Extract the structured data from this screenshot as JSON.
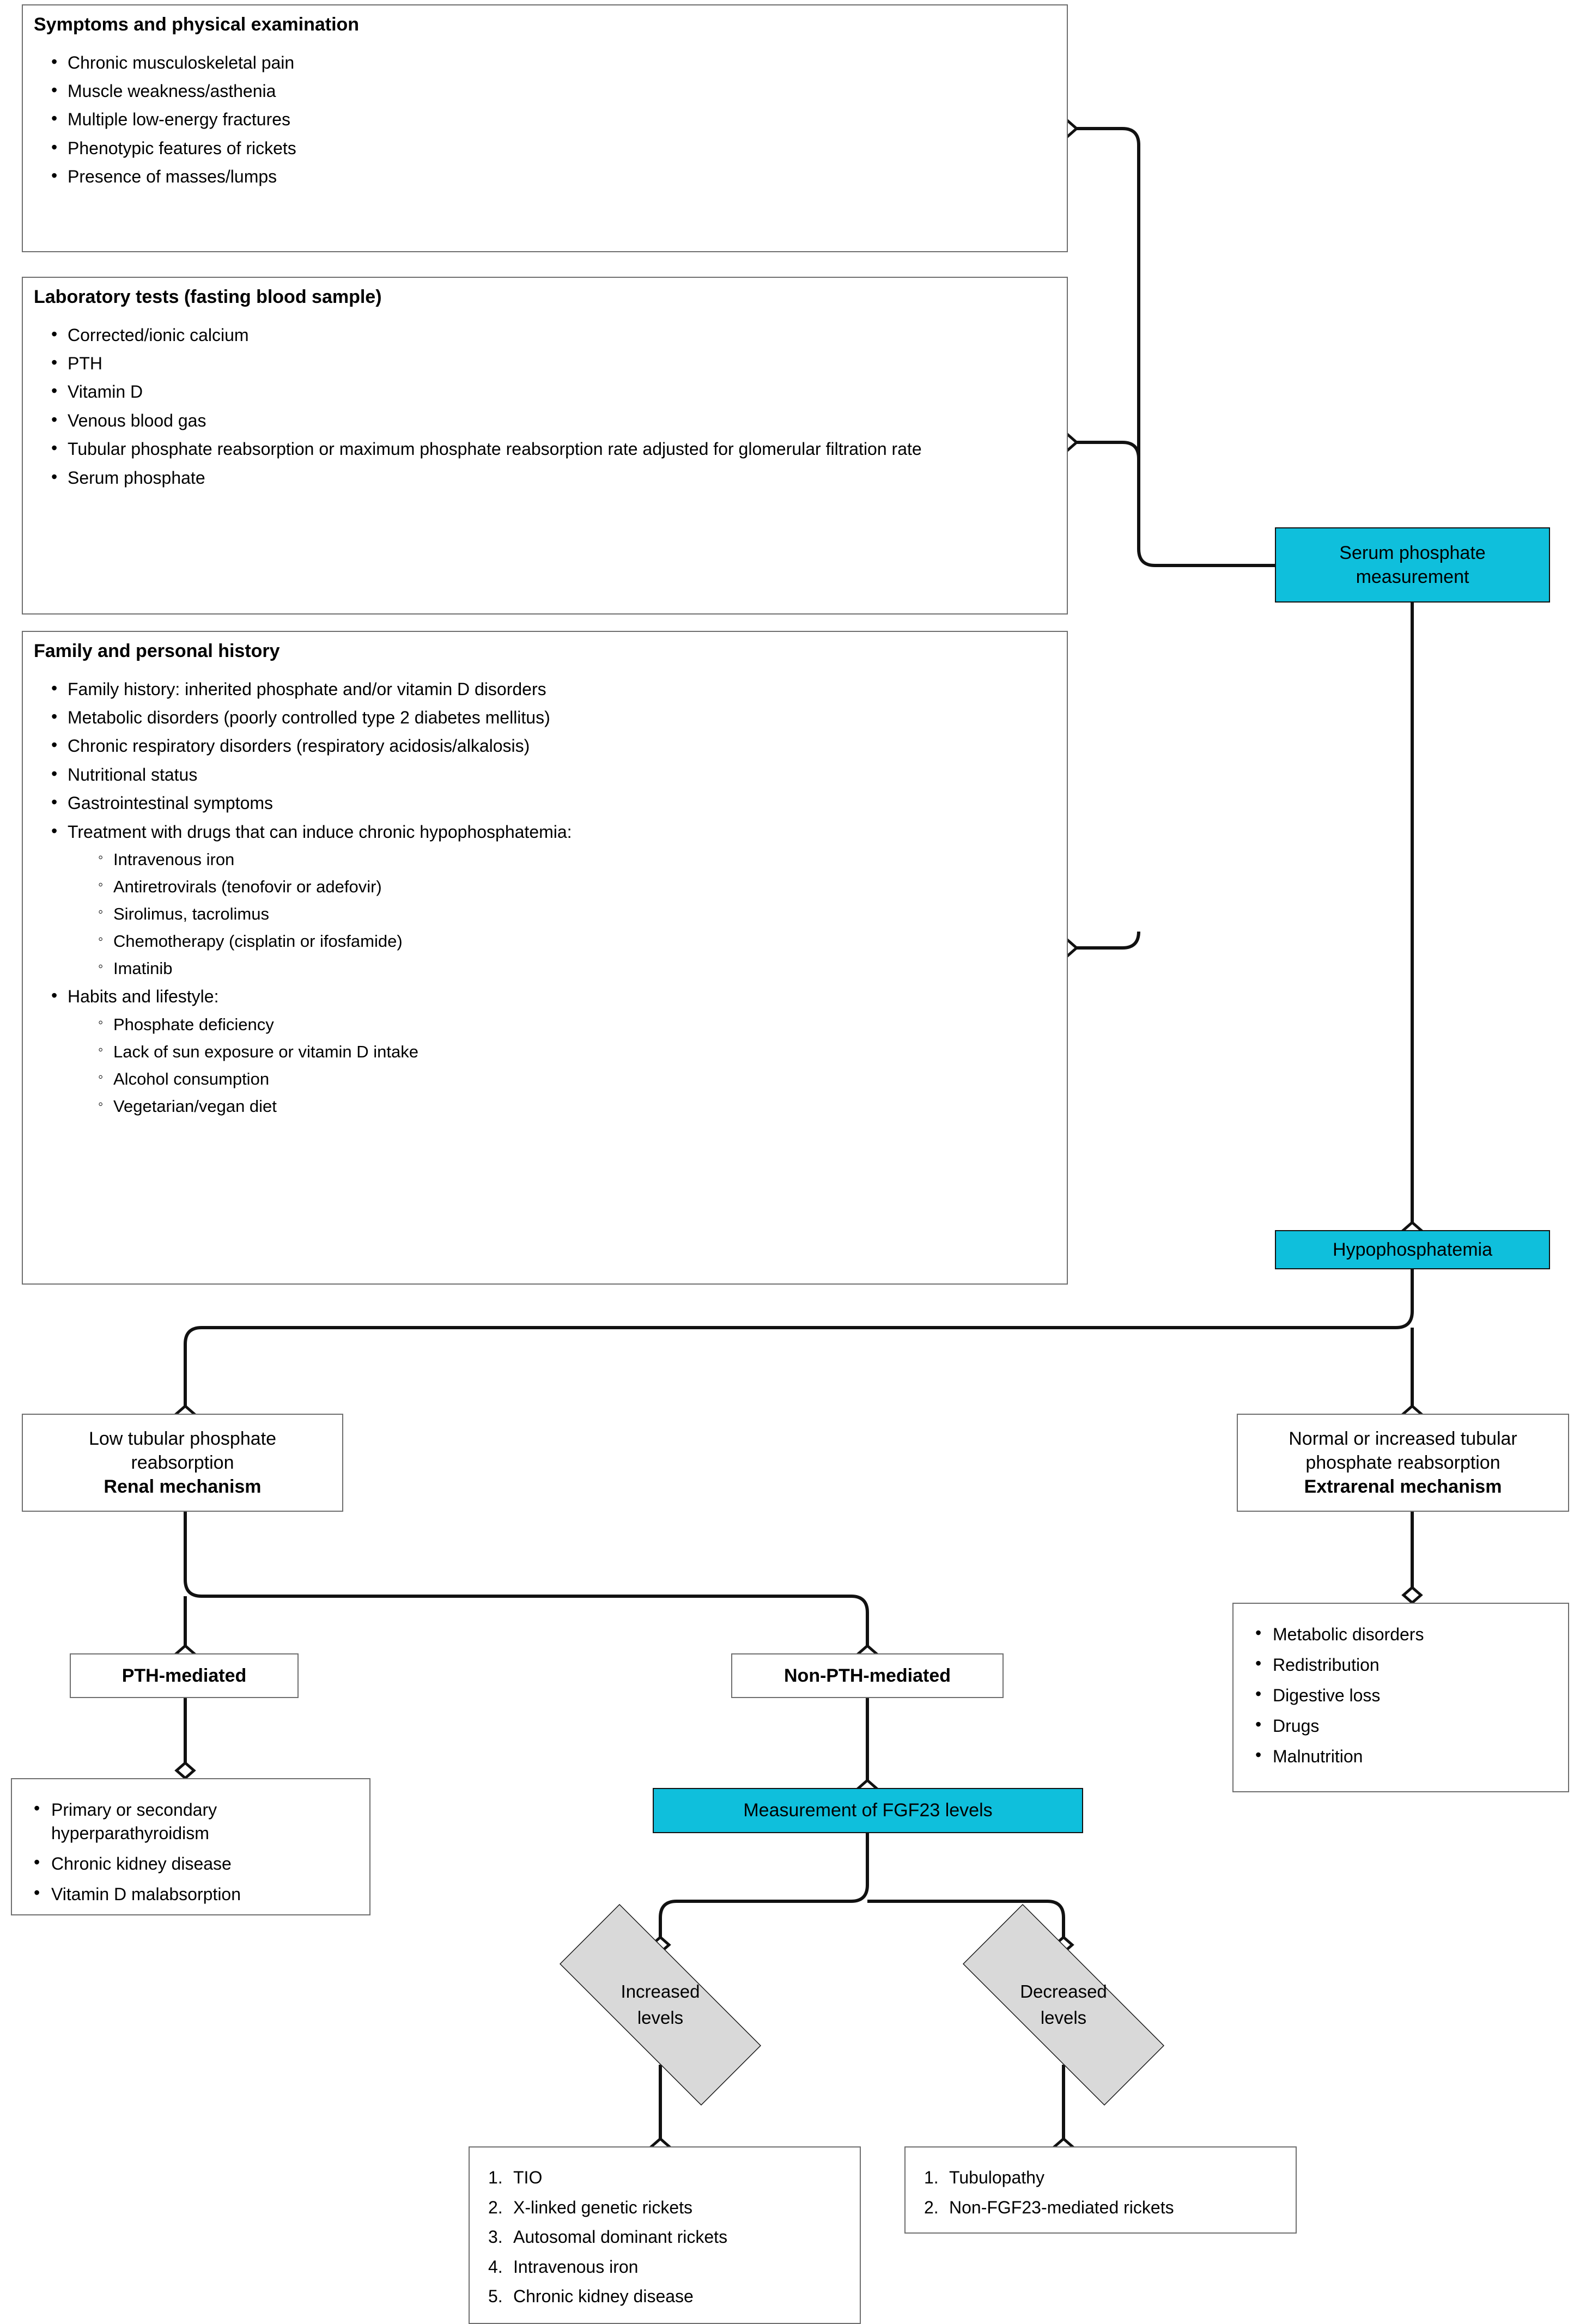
{
  "colors": {
    "accent_cyan": "#0FBFDC",
    "decision_gray": "#D9D9D9",
    "line": "#111111",
    "box_border": "#7A7A7A"
  },
  "panels": {
    "symptoms": {
      "title": "Symptoms and physical examination",
      "items": [
        "Chronic musculoskeletal pain",
        "Muscle weakness/asthenia",
        "Multiple low-energy fractures",
        "Phenotypic features of rickets",
        "Presence of masses/lumps"
      ]
    },
    "labs": {
      "title": "Laboratory tests (fasting blood sample)",
      "items": [
        "Corrected/ionic calcium",
        "PTH",
        "Vitamin D",
        "Venous blood gas",
        "Tubular phosphate reabsorption or maximum phosphate reabsorption rate adjusted for glomerular filtration rate",
        "Serum phosphate"
      ]
    },
    "history": {
      "title": "Family and personal history",
      "items": [
        {
          "text": "Family history: inherited phosphate and/or vitamin D disorders"
        },
        {
          "text": "Metabolic disorders (poorly controlled type 2 diabetes mellitus)"
        },
        {
          "text": "Chronic respiratory disorders (respiratory acidosis/alkalosis)"
        },
        {
          "text": "Nutritional status"
        },
        {
          "text": "Gastrointestinal symptoms"
        },
        {
          "text": "Treatment with drugs that can induce chronic hypophosphatemia:",
          "sub": [
            "Intravenous iron",
            "Antiretrovirals (tenofovir or adefovir)",
            "Sirolimus, tacrolimus",
            "Chemotherapy (cisplatin or ifosfamide)",
            "Imatinib"
          ]
        },
        {
          "text": "Habits and lifestyle:",
          "sub": [
            "Phosphate deficiency",
            "Lack of sun exposure or vitamin D intake",
            "Alcohol consumption",
            "Vegetarian/vegan diet"
          ]
        }
      ]
    }
  },
  "nodes": {
    "serum_phosphate": {
      "line1": "Serum phosphate",
      "line2": "measurement"
    },
    "hypophosphatemia": {
      "label": "Hypophosphatemia"
    },
    "renal": {
      "line1": "Low tubular phosphate",
      "line2": "reabsorption",
      "line3": "Renal mechanism"
    },
    "extrarenal": {
      "line1": "Normal or increased tubular",
      "line2": "phosphate reabsorption",
      "line3": "Extrarenal mechanism"
    },
    "pth_mediated": {
      "label": "PTH-mediated"
    },
    "non_pth_mediated": {
      "label": "Non-PTH-mediated"
    },
    "fgf23": {
      "label": "Measurement of FGF23 levels"
    },
    "increased": {
      "line1": "Increased",
      "line2": "levels"
    },
    "decreased": {
      "line1": "Decreased",
      "line2": "levels"
    }
  },
  "lists": {
    "extrarenal_causes": [
      "Metabolic disorders",
      "Redistribution",
      "Digestive loss",
      "Drugs",
      "Malnutrition"
    ],
    "pth_causes": [
      "Primary or secondary hyperparathyroidism",
      "Chronic kidney disease",
      "Vitamin D malabsorption"
    ],
    "increased_outcomes": [
      {
        "n": "1.",
        "text": "TIO"
      },
      {
        "n": "2.",
        "text": "X-linked genetic rickets"
      },
      {
        "n": "3.",
        "text": "Autosomal dominant rickets"
      },
      {
        "n": "4.",
        "text": "Intravenous iron"
      },
      {
        "n": "5.",
        "text": "Chronic kidney disease"
      }
    ],
    "decreased_outcomes": [
      {
        "n": "1.",
        "text": "Tubulopathy"
      },
      {
        "n": "2.",
        "text": "Non-FGF23-mediated rickets"
      }
    ]
  }
}
